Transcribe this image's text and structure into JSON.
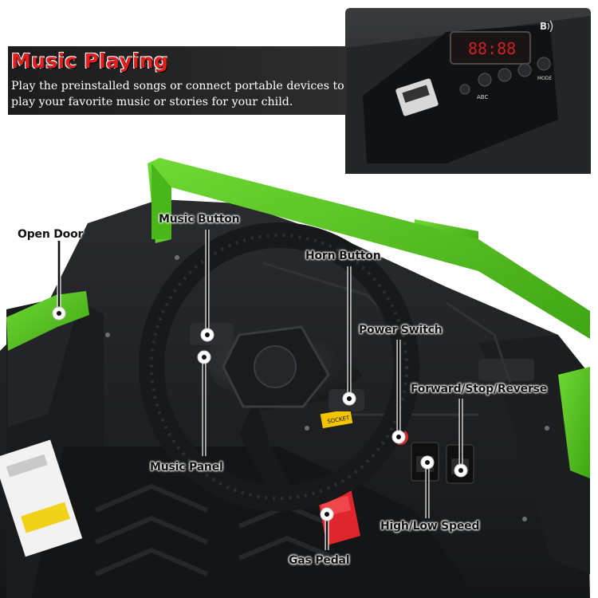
{
  "banner": {
    "title": "Music Playing",
    "description": "Play the preinstalled songs or connect portable devices to play your favorite music or stories for your child."
  },
  "inset_panel": {
    "display_readout": "88:88",
    "button_labels": [
      "ABC",
      "MODE"
    ]
  },
  "callouts": {
    "open_door": "Open Door",
    "music_button": "Music Button",
    "horn_button": "Horn Button",
    "power_switch": "Power Switch",
    "forward_stop_reverse": "Forward/Stop/Reverse",
    "music_panel": "Music Panel",
    "high_low_speed": "High/Low Speed",
    "gas_pedal": "Gas Pedal"
  },
  "colors": {
    "accent_green": "#55c51d",
    "title_red": "#e21e1e",
    "pedal_red": "#e0262d",
    "dash_black": "#1e1f21"
  }
}
